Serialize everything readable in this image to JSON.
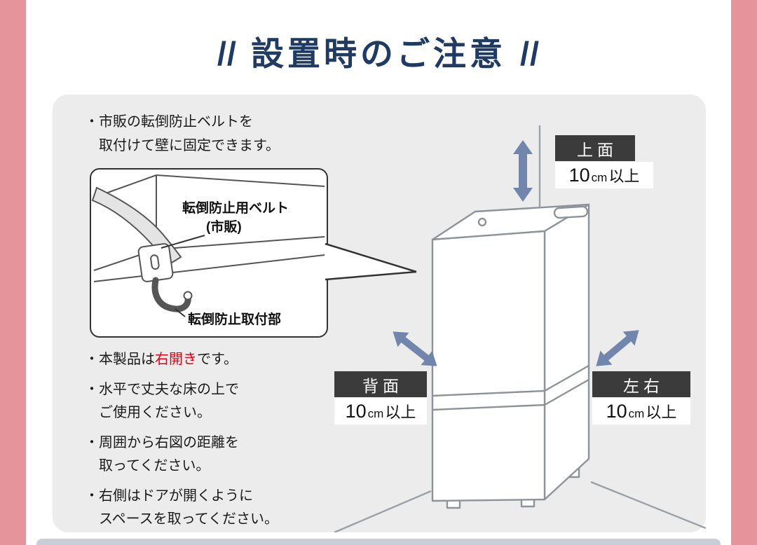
{
  "title": {
    "prefix": "//",
    "text": "設置時のご注意",
    "suffix": "//"
  },
  "notes": {
    "belt": {
      "line1": "・市販の転倒防止ベルトを",
      "line2": "取付けて壁に固定できます。"
    },
    "opening": {
      "pre": "・本製品は",
      "highlight": "右開き",
      "post": "です。"
    },
    "floor": {
      "line1": "・水平で丈夫な床の上で",
      "line2": "ご使用ください。"
    },
    "distance": {
      "line1": "・周囲から右図の距離を",
      "line2": "取ってください。"
    },
    "space": {
      "line1": "・右側はドアが開くように",
      "line2": "スペースを取ってください。"
    }
  },
  "belt_diagram": {
    "belt_label_line1": "転倒防止用ベルト",
    "belt_label_line2": "(市販)",
    "bracket_label": "転倒防止取付部"
  },
  "clearances": {
    "top": {
      "label": "上面",
      "num": "10",
      "unit": "cm",
      "suffix": "以上"
    },
    "back": {
      "label": "背面",
      "num": "10",
      "unit": "cm",
      "suffix": "以上"
    },
    "side": {
      "label": "左右",
      "num": "10",
      "unit": "cm",
      "suffix": "以上"
    }
  },
  "colors": {
    "navy": "#1f3a63",
    "pink": "#e5949c",
    "label_bg": "#3b3b3b",
    "arrow": "#7286ad",
    "red": "#e60012",
    "panel_bg": "#ececec"
  }
}
